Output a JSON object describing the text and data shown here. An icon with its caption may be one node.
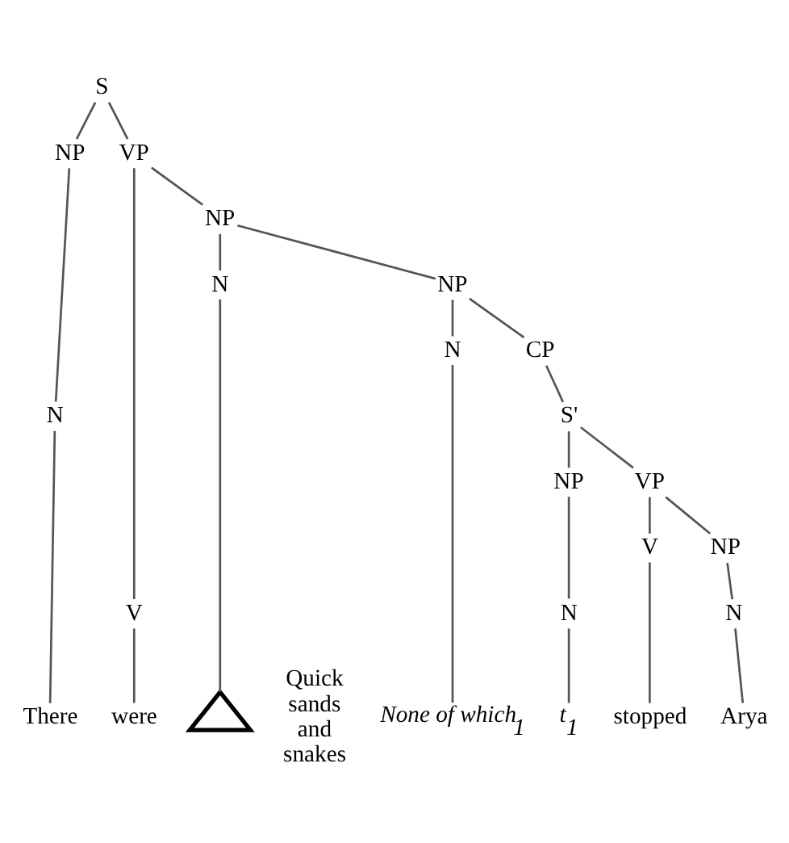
{
  "diagram": {
    "nodes": [
      {
        "text": [
          "S"
        ]
      },
      {
        "text": [
          "NP"
        ]
      },
      {
        "text": [
          "VP"
        ]
      },
      {
        "text": [
          "N"
        ]
      },
      {
        "text": [
          "V"
        ]
      },
      {
        "text": [
          "NP"
        ]
      },
      {
        "text": [
          "N"
        ]
      },
      {
        "text": [
          "NP"
        ]
      },
      {
        "text": [
          "N"
        ]
      },
      {
        "text": [
          "CP"
        ]
      },
      {
        "text": [
          "S'"
        ]
      },
      {
        "text": [
          "NP"
        ]
      },
      {
        "text": [
          "VP"
        ]
      },
      {
        "text": [
          "N"
        ]
      },
      {
        "text": [
          "V"
        ]
      },
      {
        "text": [
          "NP"
        ]
      },
      {
        "text": [
          "N"
        ]
      },
      {
        "text": [
          "There"
        ]
      },
      {
        "text": [
          "were"
        ]
      },
      {
        "text": [],
        "shape": "triangle",
        "beside": [
          "Quick sands and snakes"
        ]
      },
      {
        "text": [
          "None of which$_{1}$"
        ]
      },
      {
        "text": [
          "t$_{1}$"
        ]
      },
      {
        "text": [
          "stopped"
        ]
      },
      {
        "text": [
          "Arya"
        ]
      }
    ],
    "edges": [
      {
        "from": 0,
        "to": 1,
        "arrow": "none"
      },
      {
        "from": 0,
        "to": 2,
        "arrow": "none"
      },
      {
        "from": 1,
        "to": 3,
        "arrow": "none"
      },
      {
        "from": 2,
        "to": 4,
        "arrow": "none"
      },
      {
        "from": 2,
        "to": 5,
        "arrow": "none"
      },
      {
        "from": 5,
        "to": 6,
        "arrow": "none"
      },
      {
        "from": 5,
        "to": 7,
        "arrow": "none"
      },
      {
        "from": 7,
        "to": 8,
        "arrow": "none"
      },
      {
        "from": 7,
        "to": 9,
        "arrow": "none"
      },
      {
        "from": 9,
        "to": 10,
        "arrow": "none"
      },
      {
        "from": 10,
        "to": 11,
        "arrow": "none"
      },
      {
        "from": 10,
        "to": 12,
        "arrow": "none"
      },
      {
        "from": 11,
        "to": 13,
        "arrow": "none"
      },
      {
        "from": 12,
        "to": 14,
        "arrow": "none"
      },
      {
        "from": 12,
        "to": 15,
        "arrow": "none"
      },
      {
        "from": 15,
        "to": 16,
        "arrow": "none"
      },
      {
        "from": 3,
        "to": 17,
        "arrow": "none"
      },
      {
        "from": 4,
        "to": 18,
        "arrow": "none"
      },
      {
        "from": 6,
        "to": 19,
        "arrow": "none"
      },
      {
        "from": 8,
        "to": 20,
        "arrow": "none"
      },
      {
        "from": 13,
        "to": 21,
        "arrow": "none"
      },
      {
        "from": 14,
        "to": 22,
        "arrow": "none"
      },
      {
        "from": 16,
        "to": 23,
        "arrow": "none"
      }
    ]
  }
}
